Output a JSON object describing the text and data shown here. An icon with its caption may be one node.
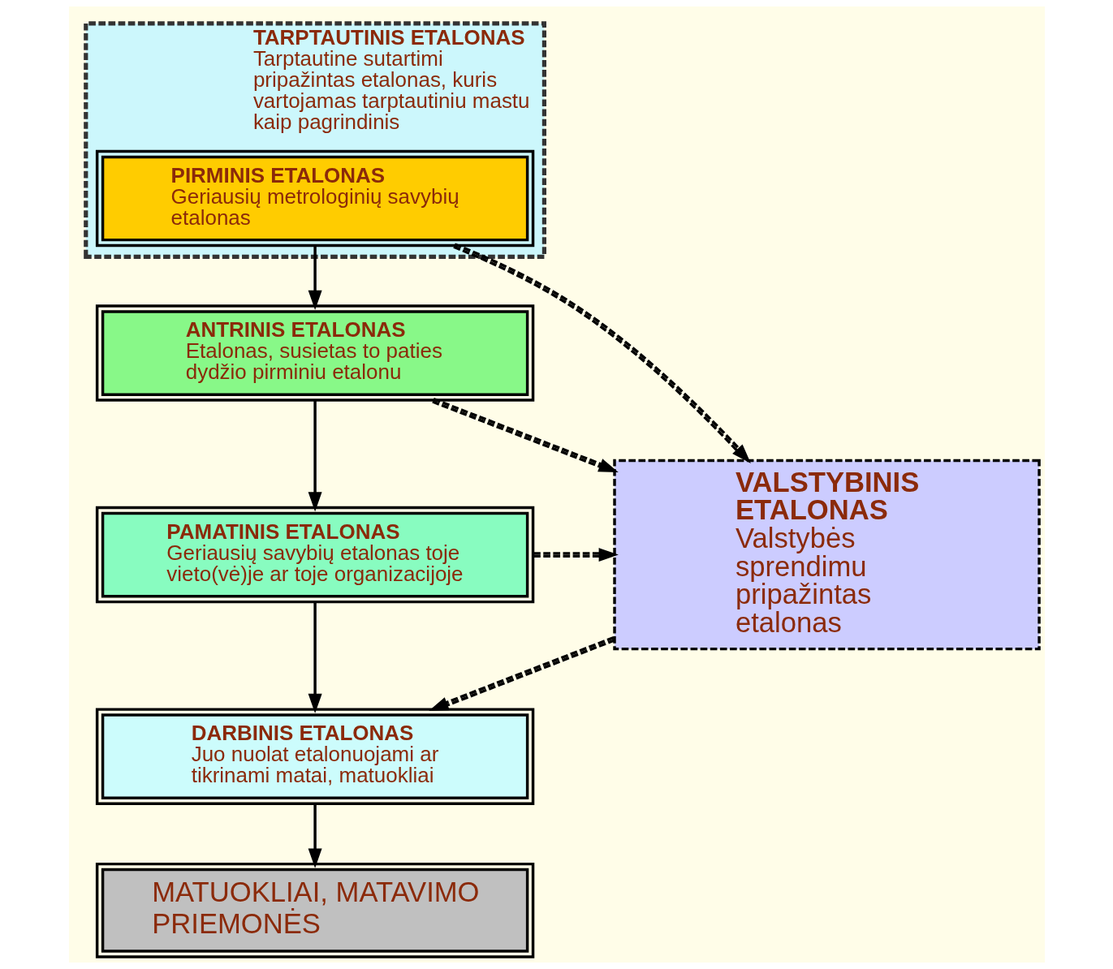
{
  "diagram": {
    "nodes": [
      {
        "text": [
          "TARPTAUTINIS ETALONAS",
          "Tarptautine sutartimi pripažintas etalonas, kuris vartojamas tarptautiniu mastu kaip pagrindinis"
        ]
      },
      {
        "text": [
          "PIRMINIS ETALONAS",
          "Geriausių metrologinių savybių etalonas"
        ],
        "in": 0
      },
      {
        "text": [
          "ANTRINIS ETALONAS",
          "Etalonas, susietas to paties dydžio pirminiu etalonu"
        ]
      },
      {
        "text": [
          "PAMATINIS ETALONAS",
          "Geriausių savybių etalonas toje vieto(vė)je ar toje organizacijoje"
        ]
      },
      {
        "text": [
          "DARBINIS ETALONAS",
          "Juo nuolat etalonuojami ar tikrinami matai, matuokliai"
        ]
      },
      {
        "text": [
          "MATUOKLIAI, MATAVIMO PRIEMONĖS"
        ]
      },
      {
        "text": [
          "VALSTYBINIS ETALONAS",
          "Valstybės sprendimu pripažintas etalonas"
        ]
      }
    ],
    "edges": [
      {
        "from": 1,
        "to": 2,
        "arrow": "to"
      },
      {
        "from": 2,
        "to": 3,
        "arrow": "to"
      },
      {
        "from": 3,
        "to": 4,
        "arrow": "to"
      },
      {
        "from": 4,
        "to": 5,
        "arrow": "to"
      },
      {
        "from": 1,
        "to": 6,
        "arrow": "to",
        "style": "dashed"
      },
      {
        "from": 2,
        "to": 6,
        "arrow": "to",
        "style": "dashed"
      },
      {
        "from": 3,
        "to": 6,
        "arrow": "to",
        "style": "dashed"
      },
      {
        "from": 6,
        "to": 4,
        "arrow": "to",
        "style": "dashed"
      }
    ]
  }
}
